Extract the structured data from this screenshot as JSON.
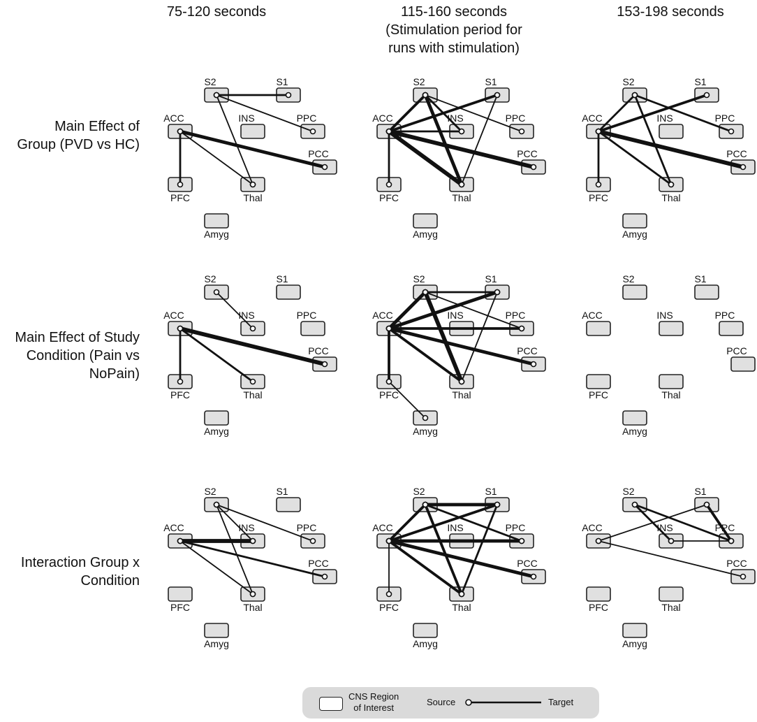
{
  "columns": [
    {
      "title": "75-120 seconds",
      "subtitle": ""
    },
    {
      "title": "115-160 seconds",
      "subtitle": "(Stimulation period for runs with stimulation)"
    },
    {
      "title": "153-198 seconds",
      "subtitle": ""
    }
  ],
  "rows": [
    {
      "title": "Main Effect of Group (PVD vs HC)"
    },
    {
      "title": "Main Effect of Study Condition (Pain vs NoPain)"
    },
    {
      "title": "Interaction Group x Condition"
    }
  ],
  "regions": [
    "S2",
    "S1",
    "ACC",
    "INS",
    "PPC",
    "PCC",
    "PFC",
    "Thal",
    "Amyg"
  ],
  "panels": [
    {
      "row": 0,
      "col": 0,
      "edges": [
        {
          "source": "S2",
          "target": "S1",
          "weight": 2
        },
        {
          "source": "S2",
          "target": "PPC",
          "weight": 1
        },
        {
          "source": "S2",
          "target": "Thal",
          "weight": 1
        },
        {
          "source": "ACC",
          "target": "PCC",
          "weight": 4
        },
        {
          "source": "ACC",
          "target": "PFC",
          "weight": 2
        },
        {
          "source": "ACC",
          "target": "Thal",
          "weight": 1
        }
      ]
    },
    {
      "row": 0,
      "col": 1,
      "edges": [
        {
          "source": "S2",
          "target": "Thal",
          "weight": 4
        },
        {
          "source": "S2",
          "target": "PPC",
          "weight": 1
        },
        {
          "source": "S2",
          "target": "INS",
          "weight": 2
        },
        {
          "source": "S1",
          "target": "ACC",
          "weight": 3
        },
        {
          "source": "S1",
          "target": "Thal",
          "weight": 1
        },
        {
          "source": "ACC",
          "target": "S2",
          "weight": 3
        },
        {
          "source": "ACC",
          "target": "PCC",
          "weight": 5
        },
        {
          "source": "ACC",
          "target": "Thal",
          "weight": 5
        },
        {
          "source": "ACC",
          "target": "INS",
          "weight": 2
        },
        {
          "source": "ACC",
          "target": "PFC",
          "weight": 2
        }
      ]
    },
    {
      "row": 0,
      "col": 2,
      "edges": [
        {
          "source": "S2",
          "target": "Thal",
          "weight": 2
        },
        {
          "source": "S2",
          "target": "PPC",
          "weight": 2
        },
        {
          "source": "S1",
          "target": "ACC",
          "weight": 3
        },
        {
          "source": "ACC",
          "target": "PCC",
          "weight": 5
        },
        {
          "source": "ACC",
          "target": "Thal",
          "weight": 2
        },
        {
          "source": "ACC",
          "target": "S2",
          "weight": 2
        },
        {
          "source": "ACC",
          "target": "PFC",
          "weight": 2
        }
      ]
    },
    {
      "row": 1,
      "col": 0,
      "edges": [
        {
          "source": "S2",
          "target": "INS",
          "weight": 1
        },
        {
          "source": "ACC",
          "target": "PCC",
          "weight": 5
        },
        {
          "source": "ACC",
          "target": "Thal",
          "weight": 2
        },
        {
          "source": "ACC",
          "target": "PFC",
          "weight": 2
        }
      ]
    },
    {
      "row": 1,
      "col": 1,
      "edges": [
        {
          "source": "S2",
          "target": "Thal",
          "weight": 5
        },
        {
          "source": "S2",
          "target": "PPC",
          "weight": 1
        },
        {
          "source": "S2",
          "target": "S1",
          "weight": 2
        },
        {
          "source": "S1",
          "target": "ACC",
          "weight": 4
        },
        {
          "source": "S1",
          "target": "Thal",
          "weight": 1
        },
        {
          "source": "ACC",
          "target": "S2",
          "weight": 4
        },
        {
          "source": "ACC",
          "target": "PCC",
          "weight": 4
        },
        {
          "source": "ACC",
          "target": "PPC",
          "weight": 3
        },
        {
          "source": "ACC",
          "target": "Thal",
          "weight": 3
        },
        {
          "source": "ACC",
          "target": "PFC",
          "weight": 3
        },
        {
          "source": "PFC",
          "target": "Amyg",
          "weight": 1
        }
      ]
    },
    {
      "row": 1,
      "col": 2,
      "edges": []
    },
    {
      "row": 2,
      "col": 0,
      "edges": [
        {
          "source": "S2",
          "target": "INS",
          "weight": 1
        },
        {
          "source": "S2",
          "target": "PPC",
          "weight": 1
        },
        {
          "source": "S2",
          "target": "Thal",
          "weight": 1
        },
        {
          "source": "ACC",
          "target": "INS",
          "weight": 5
        },
        {
          "source": "ACC",
          "target": "PCC",
          "weight": 2
        },
        {
          "source": "ACC",
          "target": "Thal",
          "weight": 1
        }
      ]
    },
    {
      "row": 2,
      "col": 1,
      "edges": [
        {
          "source": "S2",
          "target": "S1",
          "weight": 4
        },
        {
          "source": "S2",
          "target": "Thal",
          "weight": 3
        },
        {
          "source": "S2",
          "target": "PPC",
          "weight": 2
        },
        {
          "source": "S1",
          "target": "ACC",
          "weight": 3
        },
        {
          "source": "S1",
          "target": "Thal",
          "weight": 2
        },
        {
          "source": "ACC",
          "target": "S2",
          "weight": 3
        },
        {
          "source": "ACC",
          "target": "PPC",
          "weight": 4
        },
        {
          "source": "ACC",
          "target": "PCC",
          "weight": 4
        },
        {
          "source": "ACC",
          "target": "Thal",
          "weight": 3
        },
        {
          "source": "ACC",
          "target": "PFC",
          "weight": 1
        }
      ]
    },
    {
      "row": 2,
      "col": 2,
      "edges": [
        {
          "source": "S2",
          "target": "PPC",
          "weight": 2
        },
        {
          "source": "S2",
          "target": "INS",
          "weight": 2
        },
        {
          "source": "S1",
          "target": "PPC",
          "weight": 3
        },
        {
          "source": "S1",
          "target": "ACC",
          "weight": 1
        },
        {
          "source": "ACC",
          "target": "PCC",
          "weight": 1
        },
        {
          "source": "INS",
          "target": "PPC",
          "weight": 1
        }
      ]
    }
  ],
  "legend": {
    "roi_label_1": "CNS Region",
    "roi_label_2": "of Interest",
    "source_label": "Source",
    "target_label": "Target"
  }
}
